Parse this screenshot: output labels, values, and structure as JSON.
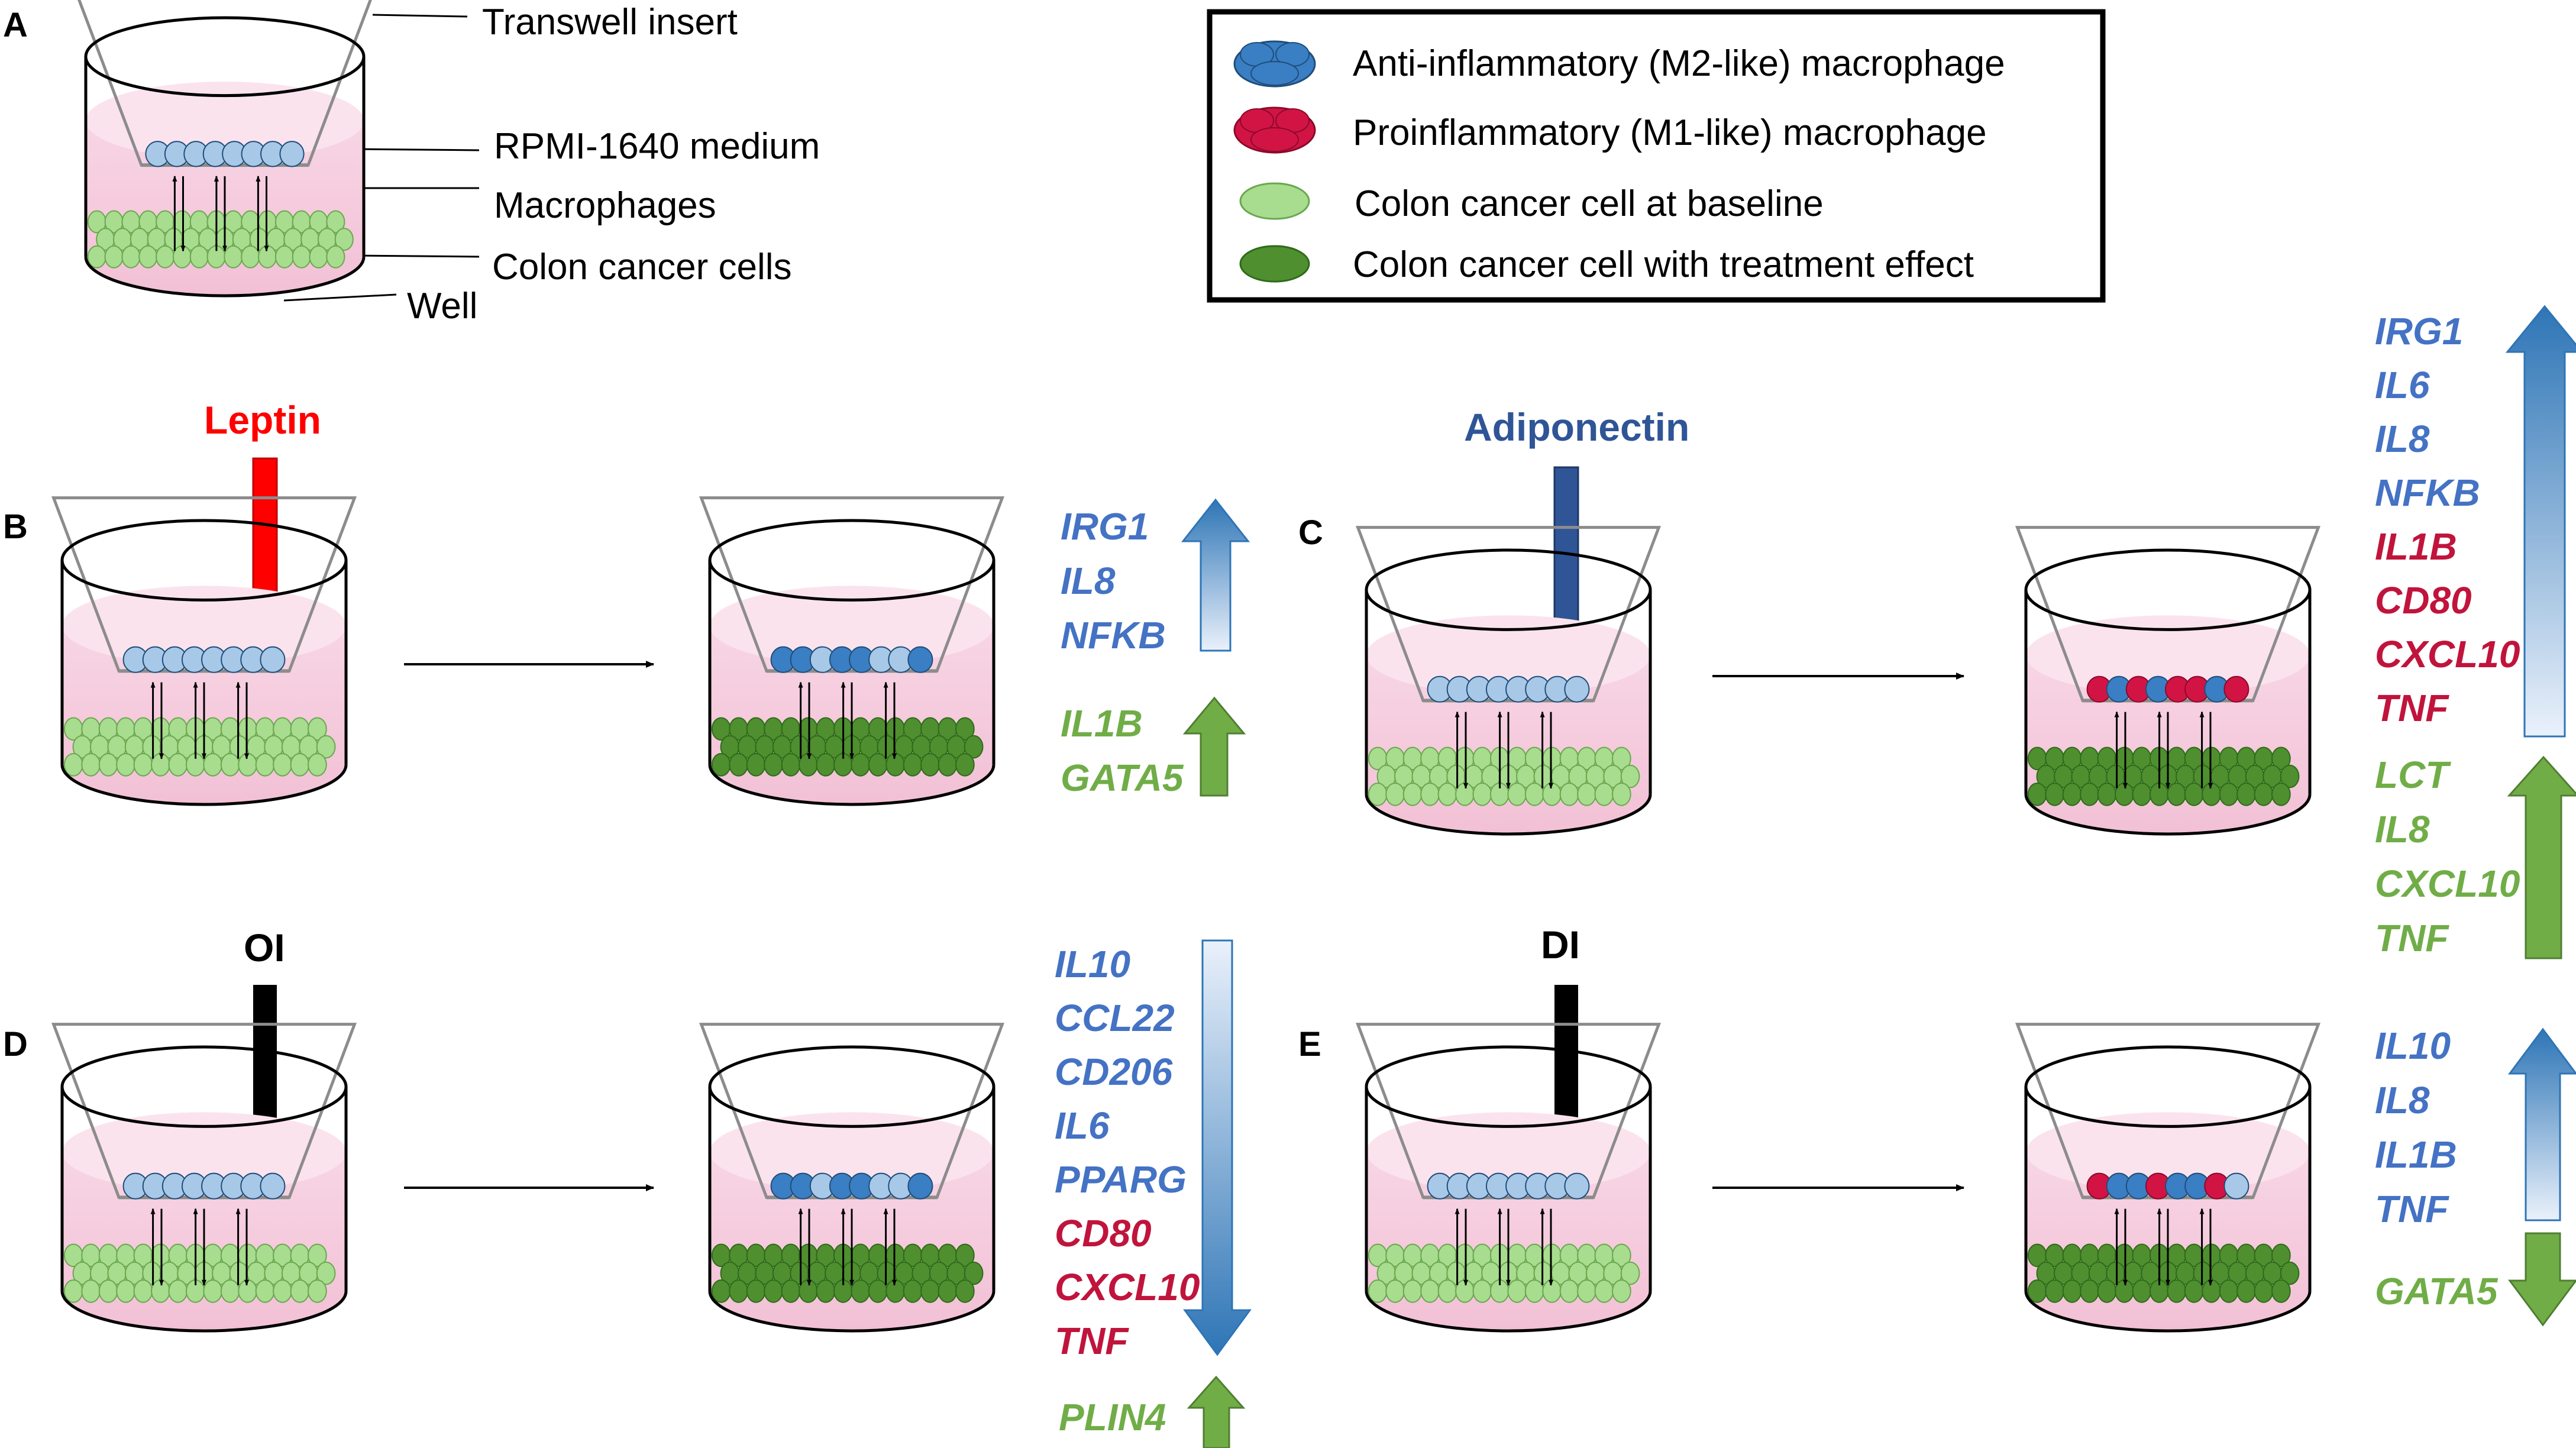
{
  "colors": {
    "m2": "#3a7ec4",
    "m1": "#d21444",
    "colon_base": "#a8dc8e",
    "colon_treated": "#4f8f2f",
    "medium": "#f6cfe0",
    "gene_blue": "#4472c4",
    "gene_red": "#c0143c",
    "gene_green": "#70ad47",
    "leptin": "#ff0000",
    "adiponectin": "#2f5597",
    "black": "#000000"
  },
  "panels": {
    "a": "A",
    "b": "B",
    "c": "C",
    "d": "D",
    "e": "E"
  },
  "diagram_a": {
    "transwell_insert": "Transwell insert",
    "medium": "RPMI-1640 medium",
    "macrophages": "Macrophages",
    "colon_cells": "Colon cancer cells",
    "well": "Well"
  },
  "legend": {
    "m2": "Anti-inflammatory (M2-like) macrophage",
    "m1": "Proinflammatory (M1-like) macrophage",
    "colon_base": "Colon cancer cell at baseline",
    "colon_treated": "Colon cancer cell with treatment effect"
  },
  "treatments": {
    "b": "Leptin",
    "c": "Adiponectin",
    "d": "OI",
    "e": "DI"
  },
  "genes": {
    "b_up_macro": [
      "IRG1",
      "IL8",
      "NFKB"
    ],
    "b_up_colon": [
      "IL1B",
      "GATA5"
    ],
    "c_up_macro": [
      "IRG1",
      "IL6",
      "IL8",
      "NFKB",
      "IL1B",
      "CD80",
      "CXCL10",
      "TNF"
    ],
    "c_up_colon": [
      "LCT",
      "IL8",
      "CXCL10",
      "TNF"
    ],
    "d_down_macro": [
      "IL10",
      "CCL22",
      "CD206",
      "IL6",
      "PPARG",
      "CD80",
      "CXCL10",
      "TNF"
    ],
    "d_up_colon": [
      "PLIN4"
    ],
    "e_up_macro": [
      "IL10",
      "IL8",
      "IL1B",
      "TNF"
    ],
    "e_down_colon": [
      "GATA5"
    ]
  }
}
